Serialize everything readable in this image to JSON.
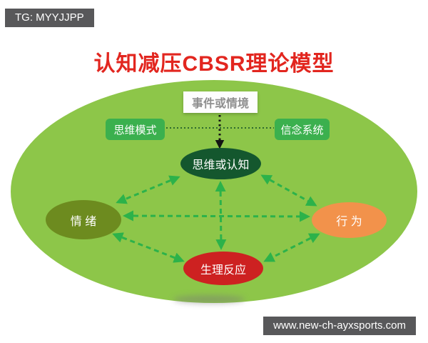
{
  "badges": {
    "tg": "TG: MYYJJPP",
    "watermark": "www.new-ch-ayxsports.com"
  },
  "title": "认知减压CBSR理论模型",
  "diagram": {
    "nodes": {
      "event": "事件或情境",
      "thinking_mode": "思维模式",
      "belief_system": "信念系统",
      "cognition": "思维或认知",
      "emotion": "情 绪",
      "behavior": "行 为",
      "physiological": "生理反应"
    },
    "connections": [
      "事件或情境 → 思维或认知 (黑色点线箭头)",
      "思维模式 ↔ 信念系统 (细点线)",
      "思维或认知 ↔ 情绪",
      "思维或认知 ↔ 行为",
      "思维或认知 ↔ 生理反应",
      "情绪 ↔ 行为",
      "情绪 ↔ 生理反应",
      "行为 ↔ 生理反应"
    ]
  },
  "colors": {
    "background": "#ffffff",
    "ellipse_green": "#8dc649",
    "label_green": "#3bb04e",
    "cognition_green": "#14572e",
    "emotion_olive": "#6d8b1f",
    "behavior_orange": "#f2924b",
    "physiological_red": "#cd2121",
    "title_red": "#e2261f",
    "badge_gray": "#58585a",
    "arrow_green": "#2cb24a",
    "dotted_line_green": "#2d6a2d",
    "event_arrow_black": "#141414",
    "event_text_gray": "#8f8f8f",
    "node_text_white": "#ffffff"
  }
}
